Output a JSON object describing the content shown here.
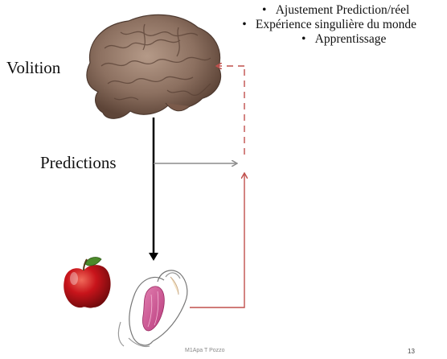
{
  "bullets": [
    "Ajustement Prediction/réel",
    "Expérience singulière du monde",
    "Apprentissage"
  ],
  "labels": {
    "volition": "Volition",
    "predictions": "Predictions"
  },
  "footer": {
    "author": "M1Apa T Pozzo",
    "page": "13"
  },
  "colors": {
    "feedback": "#c0504d",
    "prediction": "#8c8c8c",
    "command": "#000000"
  },
  "icons": {
    "brain": "brain-illustration",
    "apple": "red-apple",
    "arm": "arm-muscle-illustration"
  }
}
